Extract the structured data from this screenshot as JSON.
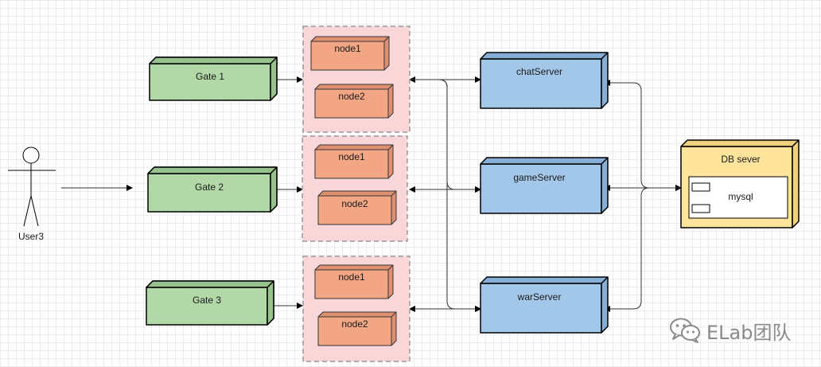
{
  "actor": {
    "label": "User3"
  },
  "gates": [
    {
      "label": "Gate 1"
    },
    {
      "label": "Gate 2"
    },
    {
      "label": "Gate 3"
    }
  ],
  "node_groups": [
    {
      "nodes": [
        "node1",
        "node2"
      ]
    },
    {
      "nodes": [
        "node1",
        "node2"
      ]
    },
    {
      "nodes": [
        "node1",
        "node2"
      ]
    }
  ],
  "servers": [
    {
      "label": "chatServer"
    },
    {
      "label": "gameServer"
    },
    {
      "label": "warServer"
    }
  ],
  "database": {
    "label": "DB sever",
    "component": "mysql"
  },
  "watermark": {
    "text": "ELab团队",
    "icon": "wechat-icon"
  },
  "colors": {
    "gate_fill": "#b3d8a8",
    "node_fill": "#f2a684",
    "group_fill": "#f9d7d9",
    "server_fill": "#a2c7e8",
    "db_fill": "#ffe49c",
    "stroke": "#000000"
  }
}
